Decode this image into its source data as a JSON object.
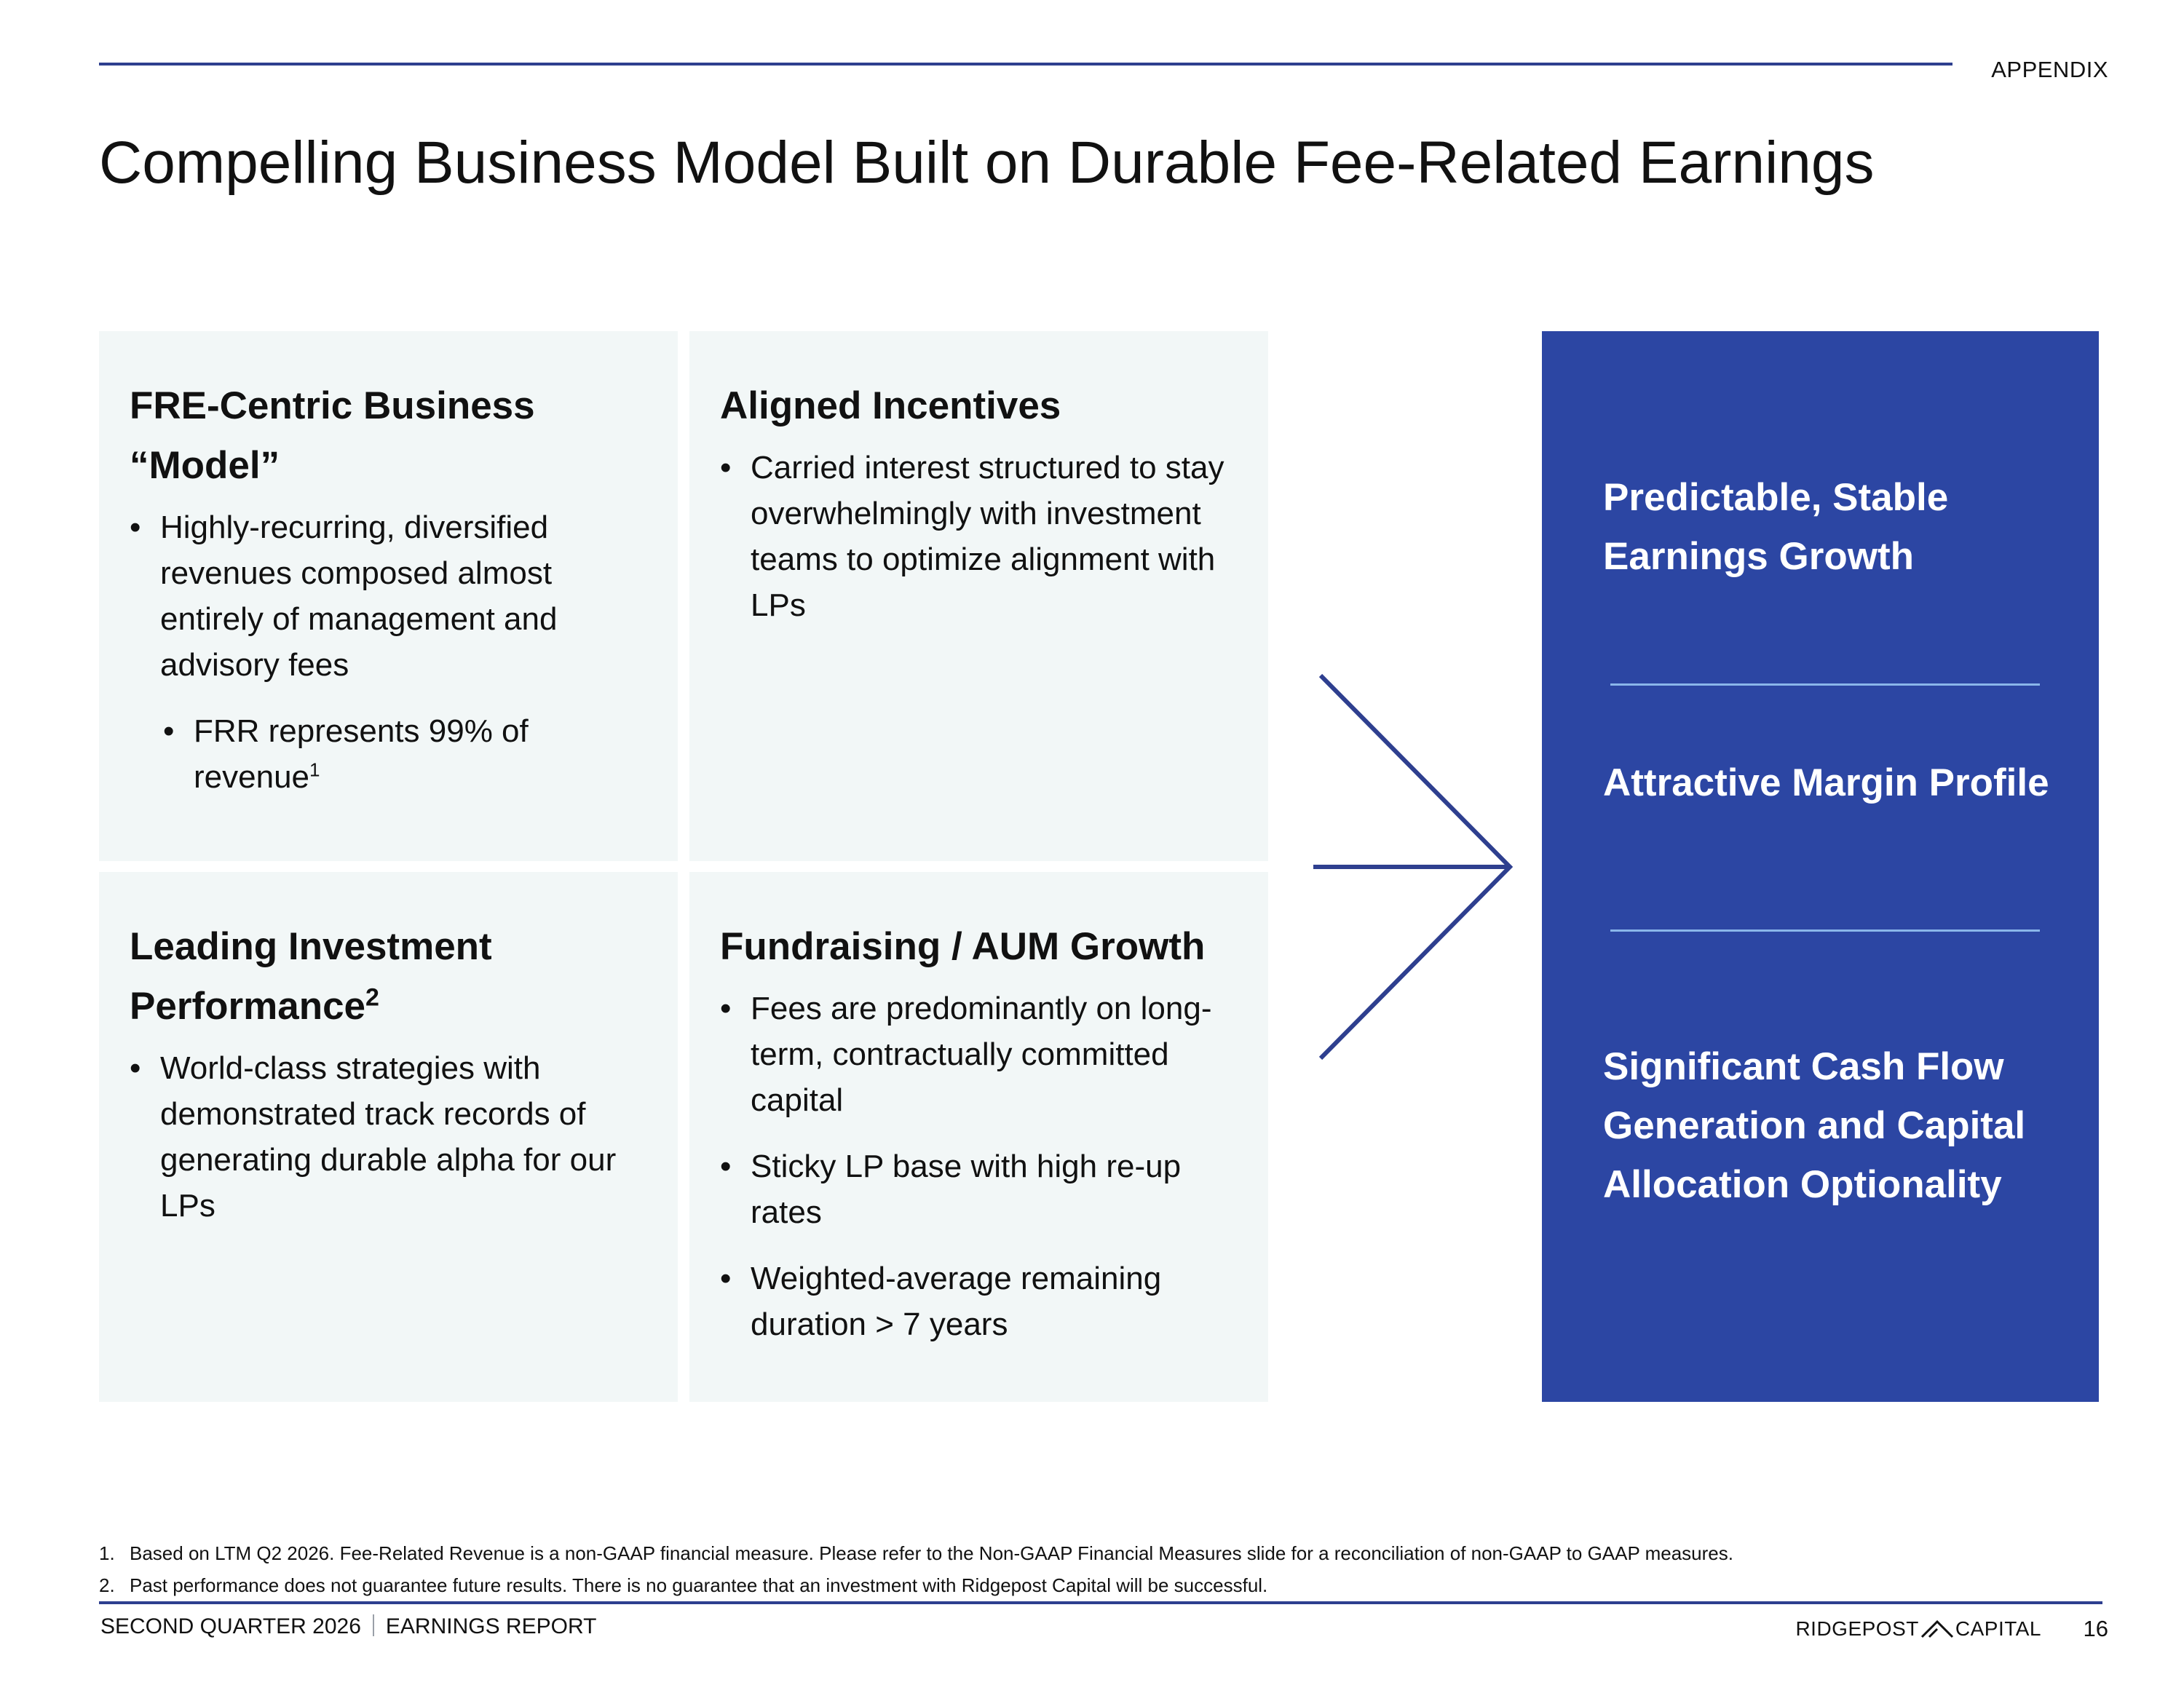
{
  "header": {
    "section_label": "APPENDIX",
    "title": "Compelling Business Model Built on Durable Fee-Related Earnings"
  },
  "cards": {
    "fre": {
      "heading_line1": "FRE-Centric Business",
      "heading_line2": "“Model”",
      "bullet1": "Highly-recurring, diversified revenues composed almost entirely of management and advisory fees",
      "sub_bullet": "FRR represents 99% of revenue",
      "sub_bullet_footnote": "1"
    },
    "aligned": {
      "heading": "Aligned Incentives",
      "bullet1": "Carried interest structured to stay overwhelmingly with investment teams to optimize alignment with LPs"
    },
    "performance": {
      "heading_line1": "Leading Investment",
      "heading_line2": "Performance",
      "heading_footnote": "2",
      "bullet1": "World-class strategies with demonstrated track records of generating durable alpha for our LPs"
    },
    "fundraising": {
      "heading": "Fundraising / AUM Growth",
      "bullets": [
        "Fees are predominantly on long-term, contractually committed capital",
        "Sticky LP base with high re-up rates",
        "Weighted-average remaining duration > 7 years"
      ]
    }
  },
  "outcomes": [
    "Predictable, Stable Earnings Growth",
    "Attractive Margin Profile",
    "Significant Cash Flow Generation and Capital Allocation Optionality"
  ],
  "footnotes": [
    {
      "num": "1.",
      "text": "Based on LTM Q2 2026. Fee-Related Revenue is a non-GAAP financial measure. Please refer to the Non-GAAP Financial Measures slide for a reconciliation of non-GAAP to GAAP measures."
    },
    {
      "num": "2.",
      "text": "Past performance does not guarantee future results. There is no guarantee that an investment with Ridgepost Capital will be successful."
    }
  ],
  "footer": {
    "period": "SECOND QUARTER 2026",
    "report": "EARNINGS REPORT",
    "brand_left": "RIDGEPOST",
    "brand_right": "CAPITAL",
    "page_number": "16"
  },
  "colors": {
    "accent_navy": "#2e3f8f",
    "panel_blue": "#2c46a3",
    "card_bg": "#f2f7f7",
    "divider_light_blue": "#8ab6ea"
  }
}
